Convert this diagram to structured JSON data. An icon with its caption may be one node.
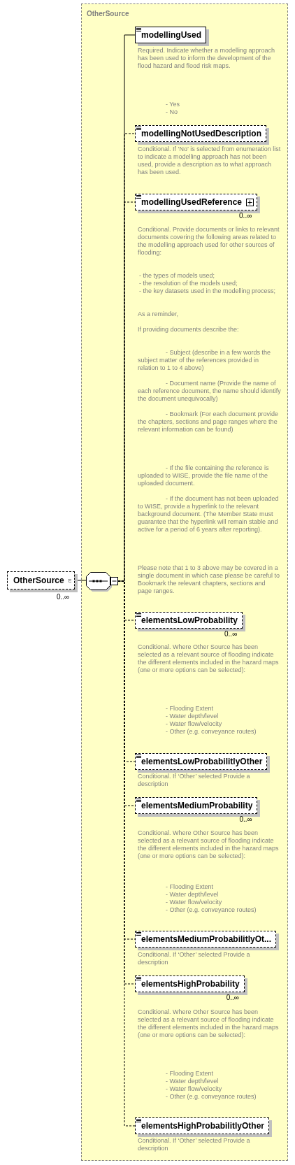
{
  "diagram": {
    "nodes": [
      {
        "text": [
          "OtherSource"
        ],
        "beside": [
          "0..∞"
        ]
      },
      {
        "text": [
          "OtherSource"
        ]
      },
      {
        "text": [],
        "shape": "octagon",
        "in": 1
      },
      {
        "text": [
          "modellingUsed"
        ],
        "in": 1,
        "beside": [
          "Required. Indicate whether a modelling approach has been used to inform the development of the flood hazard and flood risk maps.",
          "- Yes",
          "- No"
        ]
      },
      {
        "text": [
          "modellingNotUsedDescription"
        ],
        "in": 1,
        "beside": [
          "Conditional. If ‘No’ is selected from enumeration list to indicate a modelling approach has not been used, provide a description as to what approach has been used."
        ]
      },
      {
        "text": [
          "modellingUsedReference"
        ],
        "in": 1,
        "beside": [
          "0..∞",
          "Conditional. Provide documents or links to relevant documents covering the following areas related to the modelling approach used for other sources of flooding:",
          "- the types of models used;",
          "- the resolution of the models used;",
          "- the key datasets used in the modelling process;",
          "As a reminder,",
          "If providing documents describe the:",
          "- Subject (describe in a few words the subject matter of the references provided in relation to 1 to 4 above)",
          "- Document name (Provide the name of each reference document, the name should identify the document unequivocally)",
          "- Bookmark (For each document provide the chapters, sections and page ranges where the relevant information can be found)",
          "- If the file containing the reference is uploaded to WISE, provide the file name of the uploaded document.",
          "- If the document has not been uploaded to WISE, provide a hyperlink to the relevant background document. (The Member State must guarantee that the hyperlink will remain stable and active for a period of 6 years after reporting)."
        ]
      },
      {
        "text": [
          "elementsLowProbability"
        ],
        "in": 1,
        "beside": [
          "0..∞",
          "Conditional. Where Other Source has been selected as a relevant source of flooding indicate the different elements included in the hazard maps (one or more options can be selected):",
          "- Flooding Extent",
          "- Water depth/level",
          "- Water flow/velocity",
          "- Other (e.g. conveyance routes)"
        ]
      },
      {
        "text": [
          "elementsLowProbabilitlyOther"
        ],
        "in": 1,
        "beside": [
          "Conditional. If ‘Other’ selected Provide a description"
        ]
      },
      {
        "text": [
          "elementsMediumProbability"
        ],
        "in": 1,
        "beside": [
          "0..∞",
          "Conditional. Where Other Source has been selected as a relevant source of flooding indicate the different elements included in the hazard maps (one or more options can be selected):",
          "- Flooding Extent",
          "- Water depth/level",
          "- Water flow/velocity",
          "- Other (e.g. conveyance routes)"
        ]
      },
      {
        "text": [
          "elementsMediumProbabilitlyOt..."
        ],
        "in": 1,
        "beside": [
          "Conditional. If ‘Other’ selected Provide a description"
        ]
      },
      {
        "text": [
          "elementsHighProbability"
        ],
        "in": 1,
        "beside": [
          "0..∞",
          "Conditional. Where Other Source has been selected as a relevant source of flooding indicate the different elements included in the hazard maps (one or more options can be selected):",
          "- Flooding Extent",
          "- Water depth/level",
          "- Water flow/velocity",
          "- Other (e.g. conveyance routes)"
        ]
      },
      {
        "text": [
          "elementsHighProbabilitlyOther"
        ],
        "in": 1,
        "beside": [
          "Conditional. If ‘Other’ selected Provide a description"
        ]
      }
    ],
    "edges": [
      {
        "from": 0,
        "to": 2,
        "arrow": "none"
      },
      {
        "from": 2,
        "to": 3,
        "arrow": "none"
      },
      {
        "from": 2,
        "to": 4,
        "arrow": "none",
        "style": "dashed"
      },
      {
        "from": 2,
        "to": 5,
        "arrow": "none",
        "style": "dashed"
      },
      {
        "from": 2,
        "to": 6,
        "arrow": "none",
        "style": "dashed"
      },
      {
        "from": 2,
        "to": 7,
        "arrow": "none",
        "style": "dashed"
      },
      {
        "from": 2,
        "to": 8,
        "arrow": "none",
        "style": "dashed"
      },
      {
        "from": 2,
        "to": 9,
        "arrow": "none",
        "style": "dashed"
      },
      {
        "from": 2,
        "to": 10,
        "arrow": "none",
        "style": "dashed"
      },
      {
        "from": 2,
        "to": 11,
        "arrow": "none",
        "style": "dashed"
      }
    ],
    "labels": [
      "Please note that 1 to 3 above may be covered in a single document in which case please be careful to Bookmark the relevant chapters, sections and page ranges."
    ]
  }
}
